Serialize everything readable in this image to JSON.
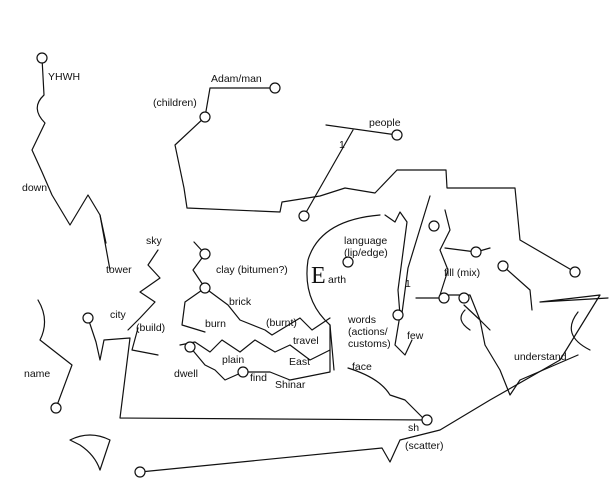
{
  "labels": {
    "yhwh": "YHWH",
    "adam_man": "Adam/man",
    "children": "(children)",
    "people": "people",
    "one_top": "1",
    "down": "down",
    "sky": "sky",
    "tower": "tower",
    "city": "city",
    "build": "(build)",
    "clay": "clay (bitumen?)",
    "brick": "brick",
    "burn": "burn",
    "burnt": "(burnt)",
    "travel": "travel",
    "plain": "plain",
    "dwell": "dwell",
    "find": "find",
    "east": "East",
    "shinar": "Shinar",
    "name": "name",
    "earth_e": "E",
    "earth_rest": "arth",
    "language": "language",
    "lip_edge": "(lip/edge)",
    "one_mid": "1",
    "words": "words",
    "actions": "(actions/",
    "customs": "customs)",
    "few": "few",
    "face": "face",
    "fill_mix": "fill (mix)",
    "understand": "understand",
    "sh": "sh",
    "scatter": "(scatter)"
  }
}
